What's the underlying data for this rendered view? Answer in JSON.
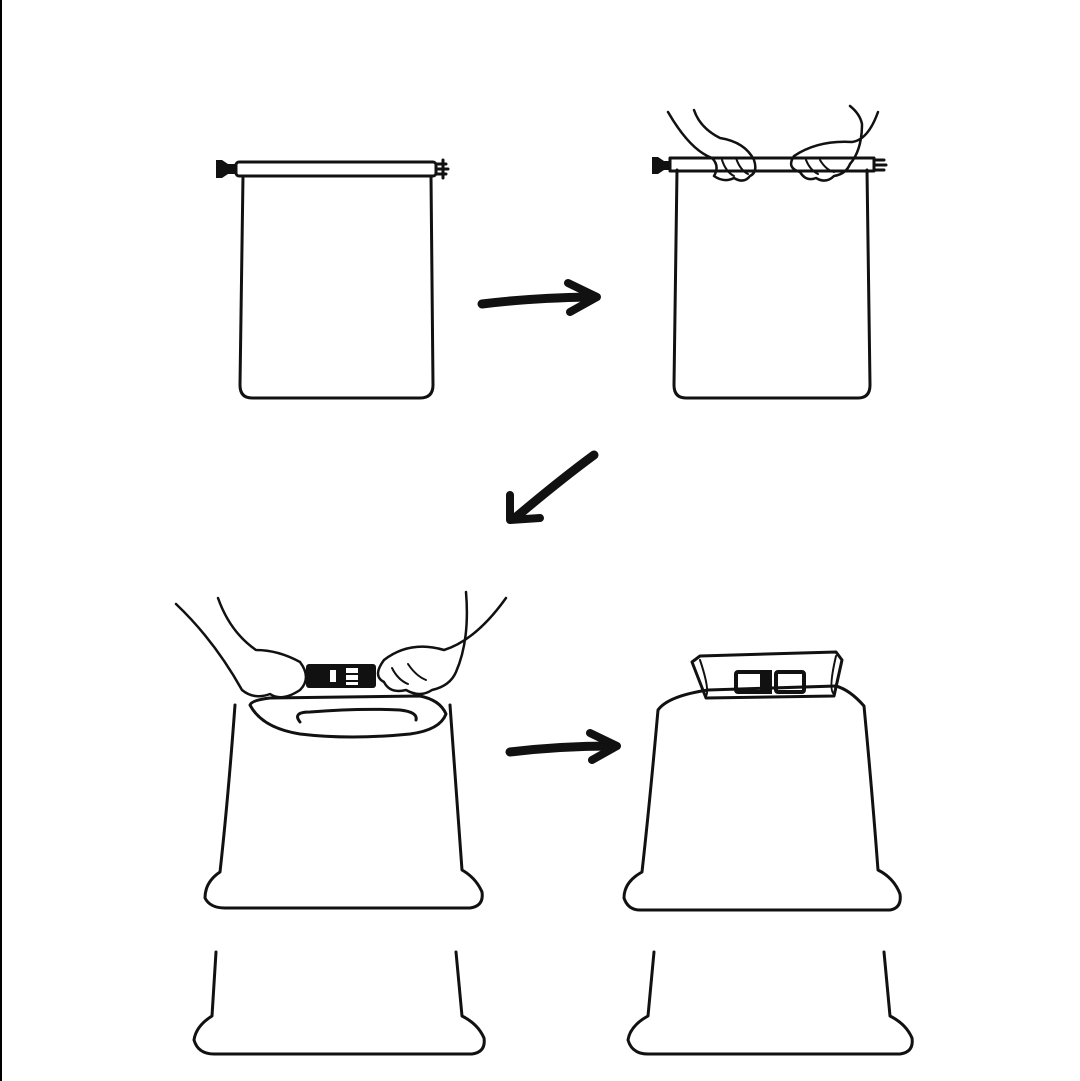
{
  "colors": {
    "ink": "#111111",
    "background": "#ffffff",
    "border": "#000000"
  },
  "steps": [
    {
      "id": "step-1",
      "icon": "open-dry-bag-icon"
    },
    {
      "id": "step-2",
      "icon": "hands-holding-bag-top-icon"
    },
    {
      "id": "step-3",
      "icon": "hands-rolling-bag-top-icon"
    },
    {
      "id": "step-4",
      "icon": "buckled-dry-bag-icon"
    }
  ],
  "arrows": [
    {
      "from": "step-1",
      "to": "step-2",
      "icon": "arrow-right-icon"
    },
    {
      "from": "step-2",
      "to": "step-3",
      "icon": "arrow-down-left-icon"
    },
    {
      "from": "step-3",
      "to": "step-4",
      "icon": "arrow-right-icon"
    }
  ],
  "extras": [
    {
      "icon": "bag-bottom-outline-icon"
    },
    {
      "icon": "bag-bottom-outline-icon"
    }
  ]
}
